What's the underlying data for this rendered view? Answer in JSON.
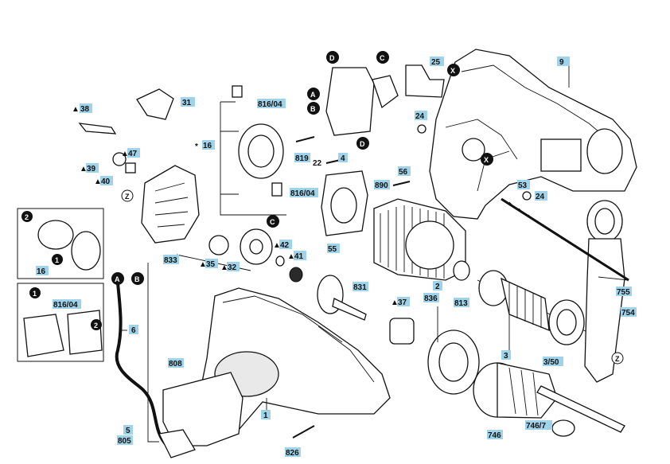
{
  "labels": {
    "p1": "1",
    "p2": "2",
    "p3": "3",
    "p350": "3/50",
    "p4": "4",
    "p5": "5",
    "p6": "6",
    "p9": "9",
    "p16": "16",
    "p16s": "16",
    "p24a": "24",
    "p24b": "24",
    "p25": "25",
    "p31": "31",
    "p32": "32",
    "p35": "35",
    "p37": "37",
    "p38": "38",
    "p39": "39",
    "p40": "40",
    "p41": "41",
    "p42": "42",
    "p47": "47",
    "p53": "53",
    "p55": "55",
    "p56": "56",
    "p746": "746",
    "p7467": "746/7",
    "p754": "754",
    "p755": "755",
    "p805": "805",
    "p808": "808",
    "p813": "813",
    "p816a": "816/04",
    "p816b": "816/04",
    "p816c": "816/04",
    "p819": "819",
    "p826": "826",
    "p831": "831",
    "p833": "833",
    "p836": "836",
    "p890": "890",
    "p22": "22"
  },
  "markers": {
    "A": "A",
    "B": "B",
    "C": "C",
    "D": "D",
    "X": "X",
    "Z": "Z",
    "one": "1",
    "two": "2",
    "star": "*"
  },
  "colors": {
    "label_fill": "#9fd3ea",
    "line": "#111111",
    "background": "#ffffff"
  }
}
